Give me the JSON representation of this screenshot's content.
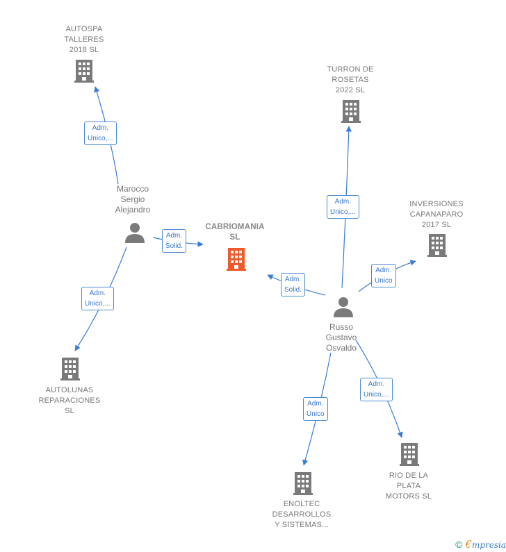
{
  "colors": {
    "edge": "#3a7bd5",
    "company_icon": "#7a7a7a",
    "focus_icon": "#f0592a",
    "person_icon": "#7a7a7a"
  },
  "nodes": {
    "cabriomania": {
      "label": "CABRIOMANIA\nSL",
      "kind": "company",
      "focus": true,
      "icon": "building-icon"
    },
    "autospa": {
      "label": "AUTOSPA\nTALLERES\n2018  SL",
      "kind": "company",
      "icon": "building-icon"
    },
    "turron": {
      "label": "TURRON DE\nROSETAS\n2022  SL",
      "kind": "company",
      "icon": "building-icon"
    },
    "inversiones": {
      "label": "INVERSIONES\nCAPANAPARO\n2017  SL",
      "kind": "company",
      "icon": "building-icon"
    },
    "autolunas": {
      "label": "AUTOLUNAS\nREPARACIONES\nSL",
      "kind": "company",
      "icon": "building-icon"
    },
    "enoltec": {
      "label": "ENOLTEC\nDESARROLLOS\nY SISTEMAS...",
      "kind": "company",
      "icon": "building-icon"
    },
    "rio": {
      "label": "RIO DE LA\nPLATA\nMOTORS  SL",
      "kind": "company",
      "icon": "building-icon"
    },
    "marocco": {
      "label": "Marocco\nSergio\nAlejandro",
      "kind": "person",
      "icon": "person-icon"
    },
    "russo": {
      "label": "Russo\nGustavo\nOsvaldo",
      "kind": "person",
      "icon": "person-icon"
    }
  },
  "edges": {
    "marocco_autospa": {
      "label": "Adm.\nUnico,..."
    },
    "marocco_cabriomania": {
      "label": "Adm.\nSolid."
    },
    "marocco_autolunas": {
      "label": "Adm.\nUnico,..."
    },
    "russo_turron": {
      "label": "Adm.\nUnico,..."
    },
    "russo_inversiones": {
      "label": "Adm.\nUnico"
    },
    "russo_cabriomania": {
      "label": "Adm.\nSolid."
    },
    "russo_enoltec": {
      "label": "Adm.\nUnico"
    },
    "russo_rio": {
      "label": "Adm.\nUnico,..."
    }
  },
  "footer": {
    "copyright": "©",
    "brand_initial": "€",
    "brand_rest": "mpresia"
  }
}
